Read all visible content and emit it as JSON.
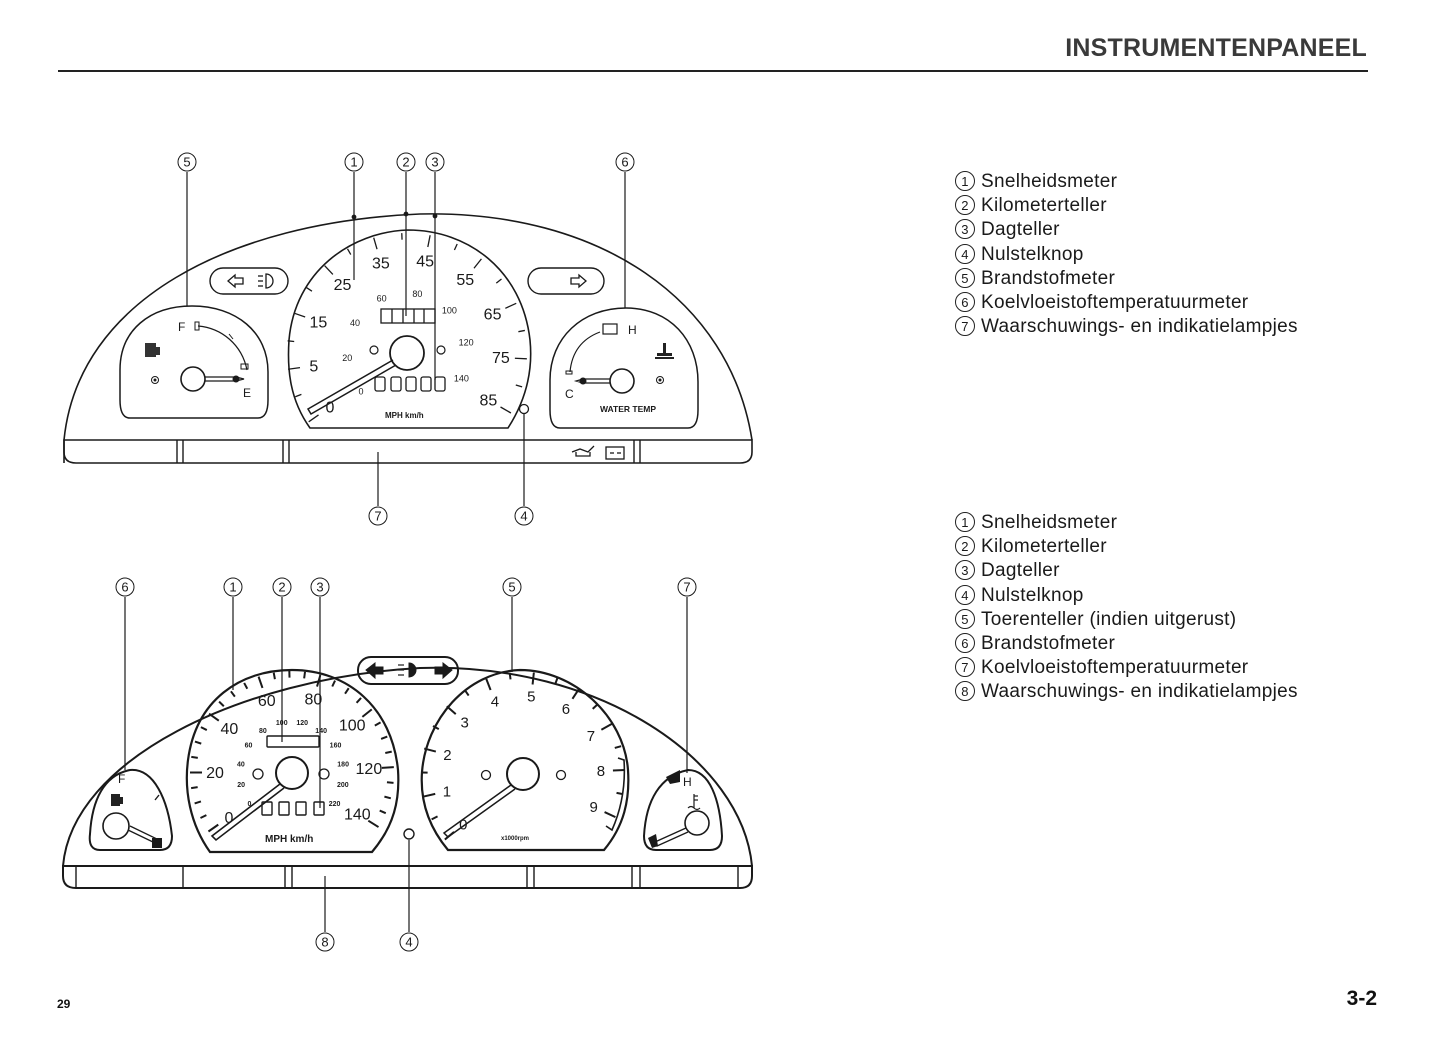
{
  "header": {
    "title": "INSTRUMENTENPANEEL"
  },
  "panel_top": {
    "callouts": [
      "1",
      "2",
      "3",
      "4",
      "5",
      "6",
      "7"
    ],
    "speedo": {
      "mph_labels": [
        "0",
        "5",
        "15",
        "25",
        "35",
        "45",
        "55",
        "65",
        "75",
        "85"
      ],
      "kmh_labels": [
        "0",
        "20",
        "40",
        "60",
        "80",
        "100",
        "120",
        "140"
      ],
      "unit_label": "MPH km/h"
    },
    "fuel": {
      "full": "F",
      "empty": "E"
    },
    "temp": {
      "hot": "H",
      "cold": "C",
      "label": "WATER TEMP"
    },
    "legend": [
      {
        "num": "1",
        "text": "Snelheidsmeter"
      },
      {
        "num": "2",
        "text": "Kilometerteller"
      },
      {
        "num": "3",
        "text": "Dagteller"
      },
      {
        "num": "4",
        "text": "Nulstelknop"
      },
      {
        "num": "5",
        "text": "Brandstofmeter"
      },
      {
        "num": "6",
        "text": "Koelvloeistoftemperatuurmeter"
      },
      {
        "num": "7",
        "text": "Waarschuwings- en indikatielampjes"
      }
    ]
  },
  "panel_bottom": {
    "callouts": [
      "1",
      "2",
      "3",
      "4",
      "5",
      "6",
      "7",
      "8"
    ],
    "speedo": {
      "mph_labels": [
        "0",
        "20",
        "40",
        "60",
        "80",
        "100",
        "120",
        "140"
      ],
      "kmh_labels": [
        "0",
        "20",
        "40",
        "60",
        "80",
        "100",
        "120",
        "140",
        "160",
        "180",
        "200",
        "220"
      ],
      "unit_label": "MPH km/h"
    },
    "tacho": {
      "labels": [
        "0",
        "1",
        "2",
        "3",
        "4",
        "5",
        "6",
        "7",
        "8",
        "9"
      ],
      "unit_label": "x1000rpm"
    },
    "fuel": {
      "full": "F"
    },
    "temp": {
      "hot": "H"
    },
    "legend": [
      {
        "num": "1",
        "text": "Snelheidsmeter"
      },
      {
        "num": "2",
        "text": "Kilometerteller"
      },
      {
        "num": "3",
        "text": "Dagteller"
      },
      {
        "num": "4",
        "text": "Nulstelknop"
      },
      {
        "num": "5",
        "text": "Toerenteller (indien uitgerust)"
      },
      {
        "num": "6",
        "text": "Brandstofmeter"
      },
      {
        "num": "7",
        "text": "Koelvloeistoftemperatuurmeter"
      },
      {
        "num": "8",
        "text": "Waarschuwings- en indikatielampjes"
      }
    ]
  },
  "footer": {
    "page_left": "29",
    "page_right": "3-2"
  }
}
